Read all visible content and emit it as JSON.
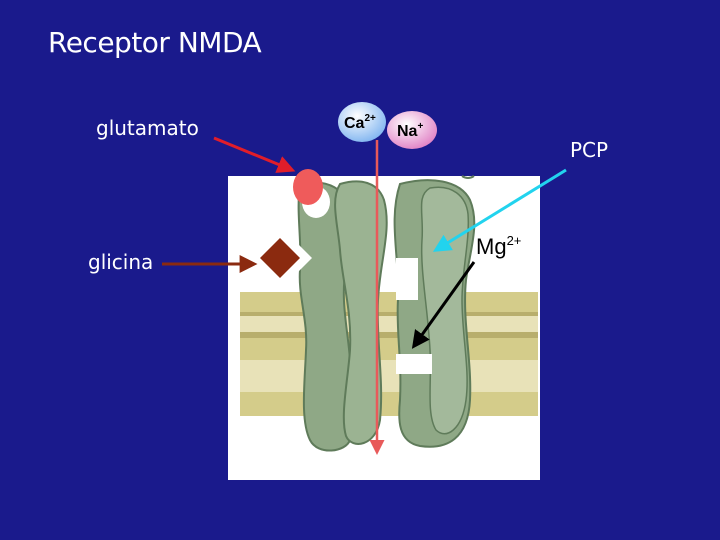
{
  "title": "Receptor NMDA",
  "labels": {
    "glutamato": "glutamato",
    "glicina": "glicina",
    "pcp": "PCP",
    "mg": "Mg",
    "mg_charge": "2+",
    "ca": "Ca",
    "ca_charge": "2+",
    "na": "Na",
    "na_charge": "+"
  },
  "colors": {
    "background": "#1a1a8c",
    "glutamate_site": "#ef5b5b",
    "glycine_site": "#8b2a0f",
    "pcp_arrow": "#22d3ee",
    "receptor": "#8fa886",
    "membrane": "#d8cf8f",
    "ion_channel_arrow": "#e85a5a"
  }
}
